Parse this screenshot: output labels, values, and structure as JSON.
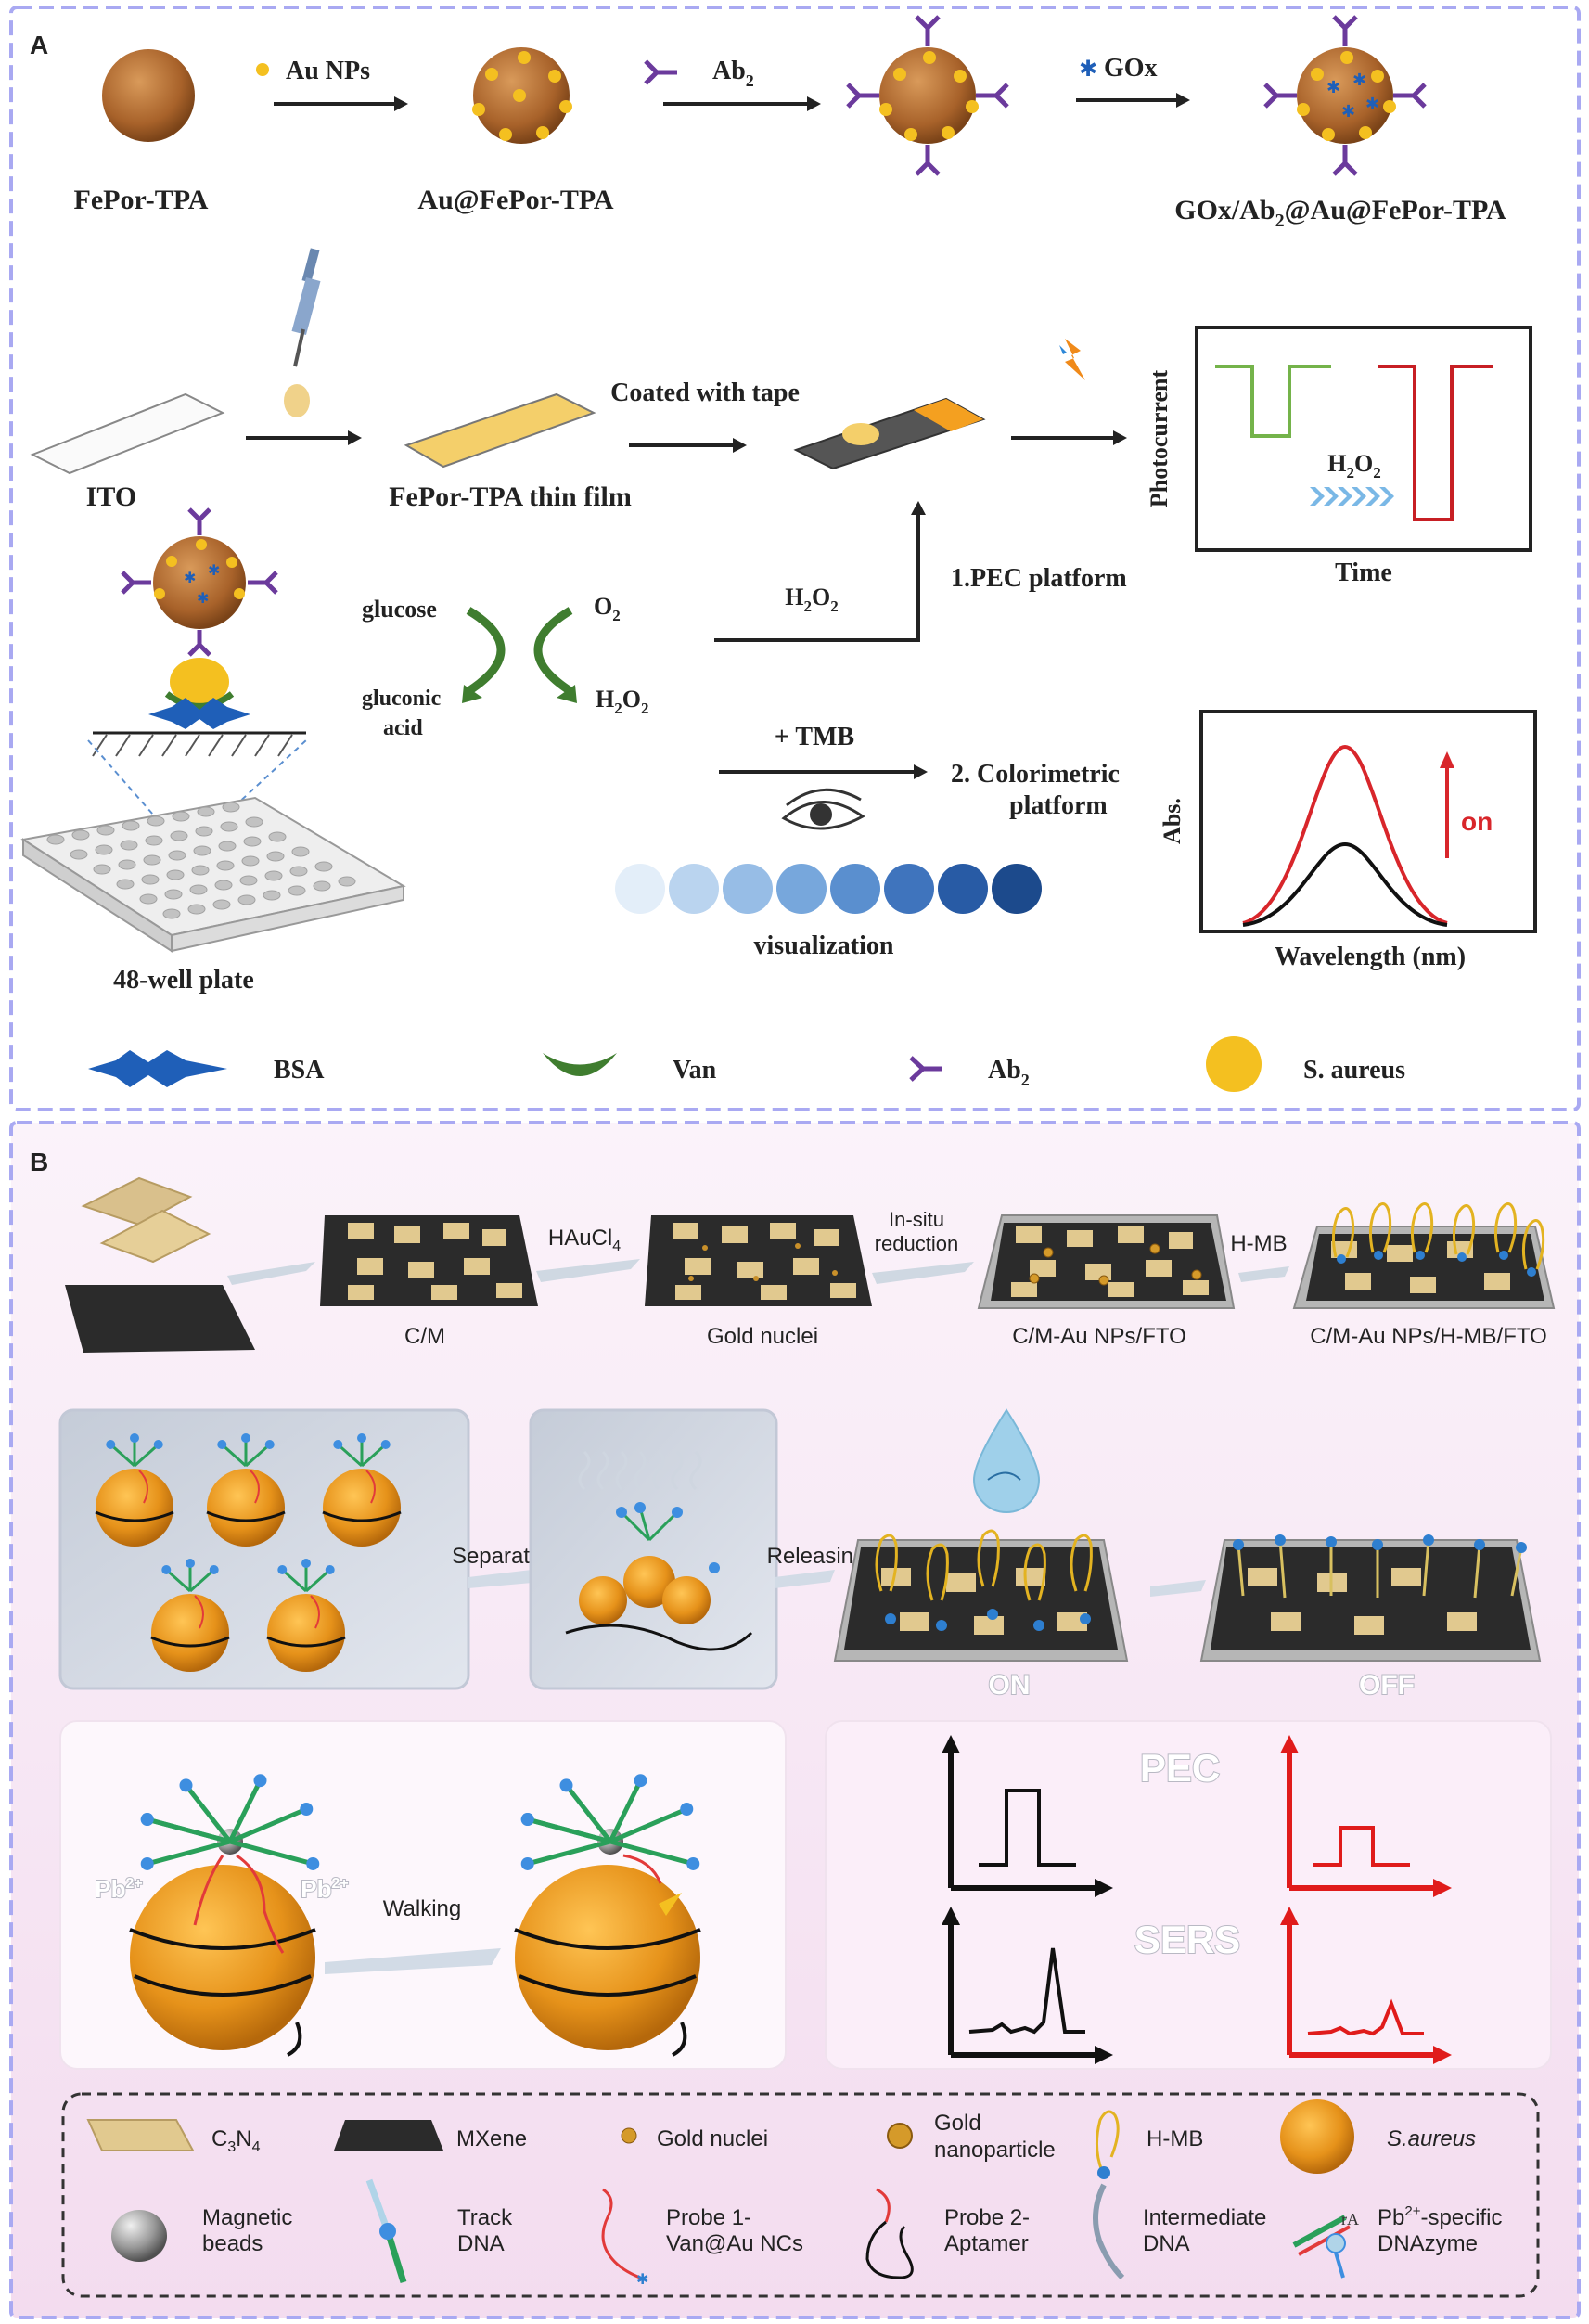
{
  "panel_a": {
    "letter": "A",
    "row1": {
      "au_nps": "Au NPs",
      "ab2": "Ab",
      "ab2_sub": "2",
      "gox": "GOx",
      "label_fepor": "FePor-TPA",
      "label_au_fepor": "Au@FePor-TPA",
      "label_final_a": "GOx/Ab",
      "label_final_sub": "2",
      "label_final_b": "@Au@FePor-TPA"
    },
    "row2": {
      "ito": "ITO",
      "thin_film": "FePor-TPA thin film",
      "coated_with_tape": "Coated with tape",
      "photocurrent": "Photocurrent",
      "time": "Time",
      "h2o2_h": "H",
      "h2o2_o": "O",
      "sub2": "2"
    },
    "row3": {
      "glucose": "glucose",
      "o2": "O",
      "o2_sub": "2",
      "gluconic": "gluconic",
      "acid": "acid",
      "h2o2_h": "H",
      "h2o2_o": "O",
      "sub2": "2",
      "pec_platform": "1.PEC platform",
      "tmb": "+ TMB",
      "colorimetric_1": "2. Colorimetric",
      "colorimetric_2": "platform",
      "visualization": "visualization",
      "plate": "48-well plate",
      "abs": "Abs.",
      "wavelength": "Wavelength (nm)",
      "on": "on"
    },
    "legend": {
      "bsa": "BSA",
      "van": "Van",
      "ab2": "Ab",
      "ab2_sub": "2",
      "s_aureus": "S. aureus"
    },
    "colors": {
      "frame": "#a9a9f2",
      "photocurrent_green": "#74b34a",
      "photocurrent_red": "#c71f24",
      "abs_red": "#d8262b",
      "purple": "#6b3a9c",
      "gold": "#f4c020",
      "blue_bsa": "#1f5fb8",
      "green_van": "#3f7d2f"
    },
    "vis_dots": [
      "#e3eef9",
      "#bad4ef",
      "#97bde6",
      "#77a7dc",
      "#5a8fcf",
      "#3f74bd",
      "#285ba5",
      "#1c4a8c"
    ]
  },
  "panel_b": {
    "letter": "B",
    "top": {
      "hauCl4": "HAuCl",
      "hauCl4_sub": "4",
      "insitu_1": "In-situ",
      "insitu_2": "reduction",
      "hmb": "H-MB",
      "cm": "C/M",
      "gold_nuclei": "Gold nuclei",
      "cm_au_fto": "C/M-Au NPs/FTO",
      "cm_au_hmb_fto": "C/M-Au NPs/H-MB/FTO"
    },
    "middle": {
      "separation": "Separation",
      "releasing": "Releasing",
      "on": "ON",
      "off": "OFF"
    },
    "lower": {
      "pb_left": "Pb",
      "pb_right": "Pb",
      "pb_sup": "2+",
      "walking": "Walking",
      "pec": "PEC",
      "sers": "SERS"
    },
    "legend": {
      "c3n4": "C",
      "c3n4_sub1": "3",
      "c3n4_n": "N",
      "c3n4_sub2": "4",
      "mxene": "MXene",
      "gold_nuclei": "Gold nuclei",
      "gold_np_1": "Gold",
      "gold_np_2": "nanoparticle",
      "hmb": "H-MB",
      "saureus": "S.aureus",
      "magnetic_1": "Magnetic",
      "magnetic_2": "beads",
      "track_1": "Track",
      "track_2": "DNA",
      "probe1_1": "Probe 1-",
      "probe1_2": "Van@Au NCs",
      "probe2_1": "Probe 2-",
      "probe2_2": "Aptamer",
      "inter_1": "Intermediate",
      "inter_2": "DNA",
      "ra": "rA",
      "dnazyme_1": "Pb",
      "dnazyme_sup": "2+",
      "dnazyme_1b": "-specific",
      "dnazyme_2": "DNAzyme"
    },
    "colors": {
      "bg_pink": "#f7e8f5",
      "orange": "#e99a1d",
      "gold_sheet": "#d9c08c",
      "mxene": "#2b2b2b",
      "plot_black": "#111111",
      "plot_red": "#e01b1b"
    }
  }
}
